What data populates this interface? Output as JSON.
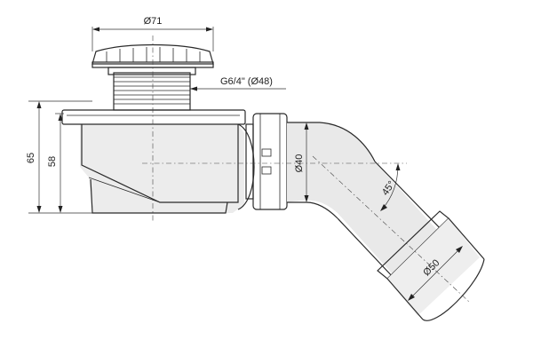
{
  "dimensions": {
    "top_diameter": "Ø71",
    "thread": "G6/4\" (Ø48)",
    "outlet_diameter": "Ø40",
    "angle": "45°",
    "pipe_diameter": "Ø50",
    "overall_height": "65",
    "body_height": "58"
  },
  "colors": {
    "shade_body": "#ececec",
    "shade_pipe": "#e6e6e6",
    "shade_cap": "#e2e2e2",
    "line": "#2a2a2a"
  }
}
